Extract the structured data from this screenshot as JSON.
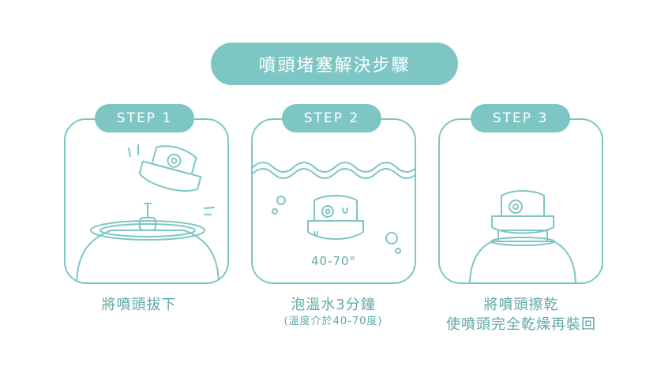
{
  "title": "噴頭堵塞解決步驟",
  "steps": [
    {
      "badge": "STEP 1",
      "caption": [
        "將噴頭拔下"
      ],
      "note": ""
    },
    {
      "badge": "STEP 2",
      "caption": [
        "泡溫水3分鐘"
      ],
      "note": "(溫度介於40-70度)",
      "temperature": "40-70°"
    },
    {
      "badge": "STEP 3",
      "caption": [
        "將噴頭擦乾",
        "使噴頭完全乾燥再裝回"
      ],
      "note": ""
    }
  ],
  "colors": {
    "accent": "#7ec6c4",
    "text": "#5fa9a7",
    "background": "#ffffff"
  },
  "icons": [
    "nozzle-icon",
    "can-icon",
    "water-wave-icon",
    "bubble-icon"
  ]
}
